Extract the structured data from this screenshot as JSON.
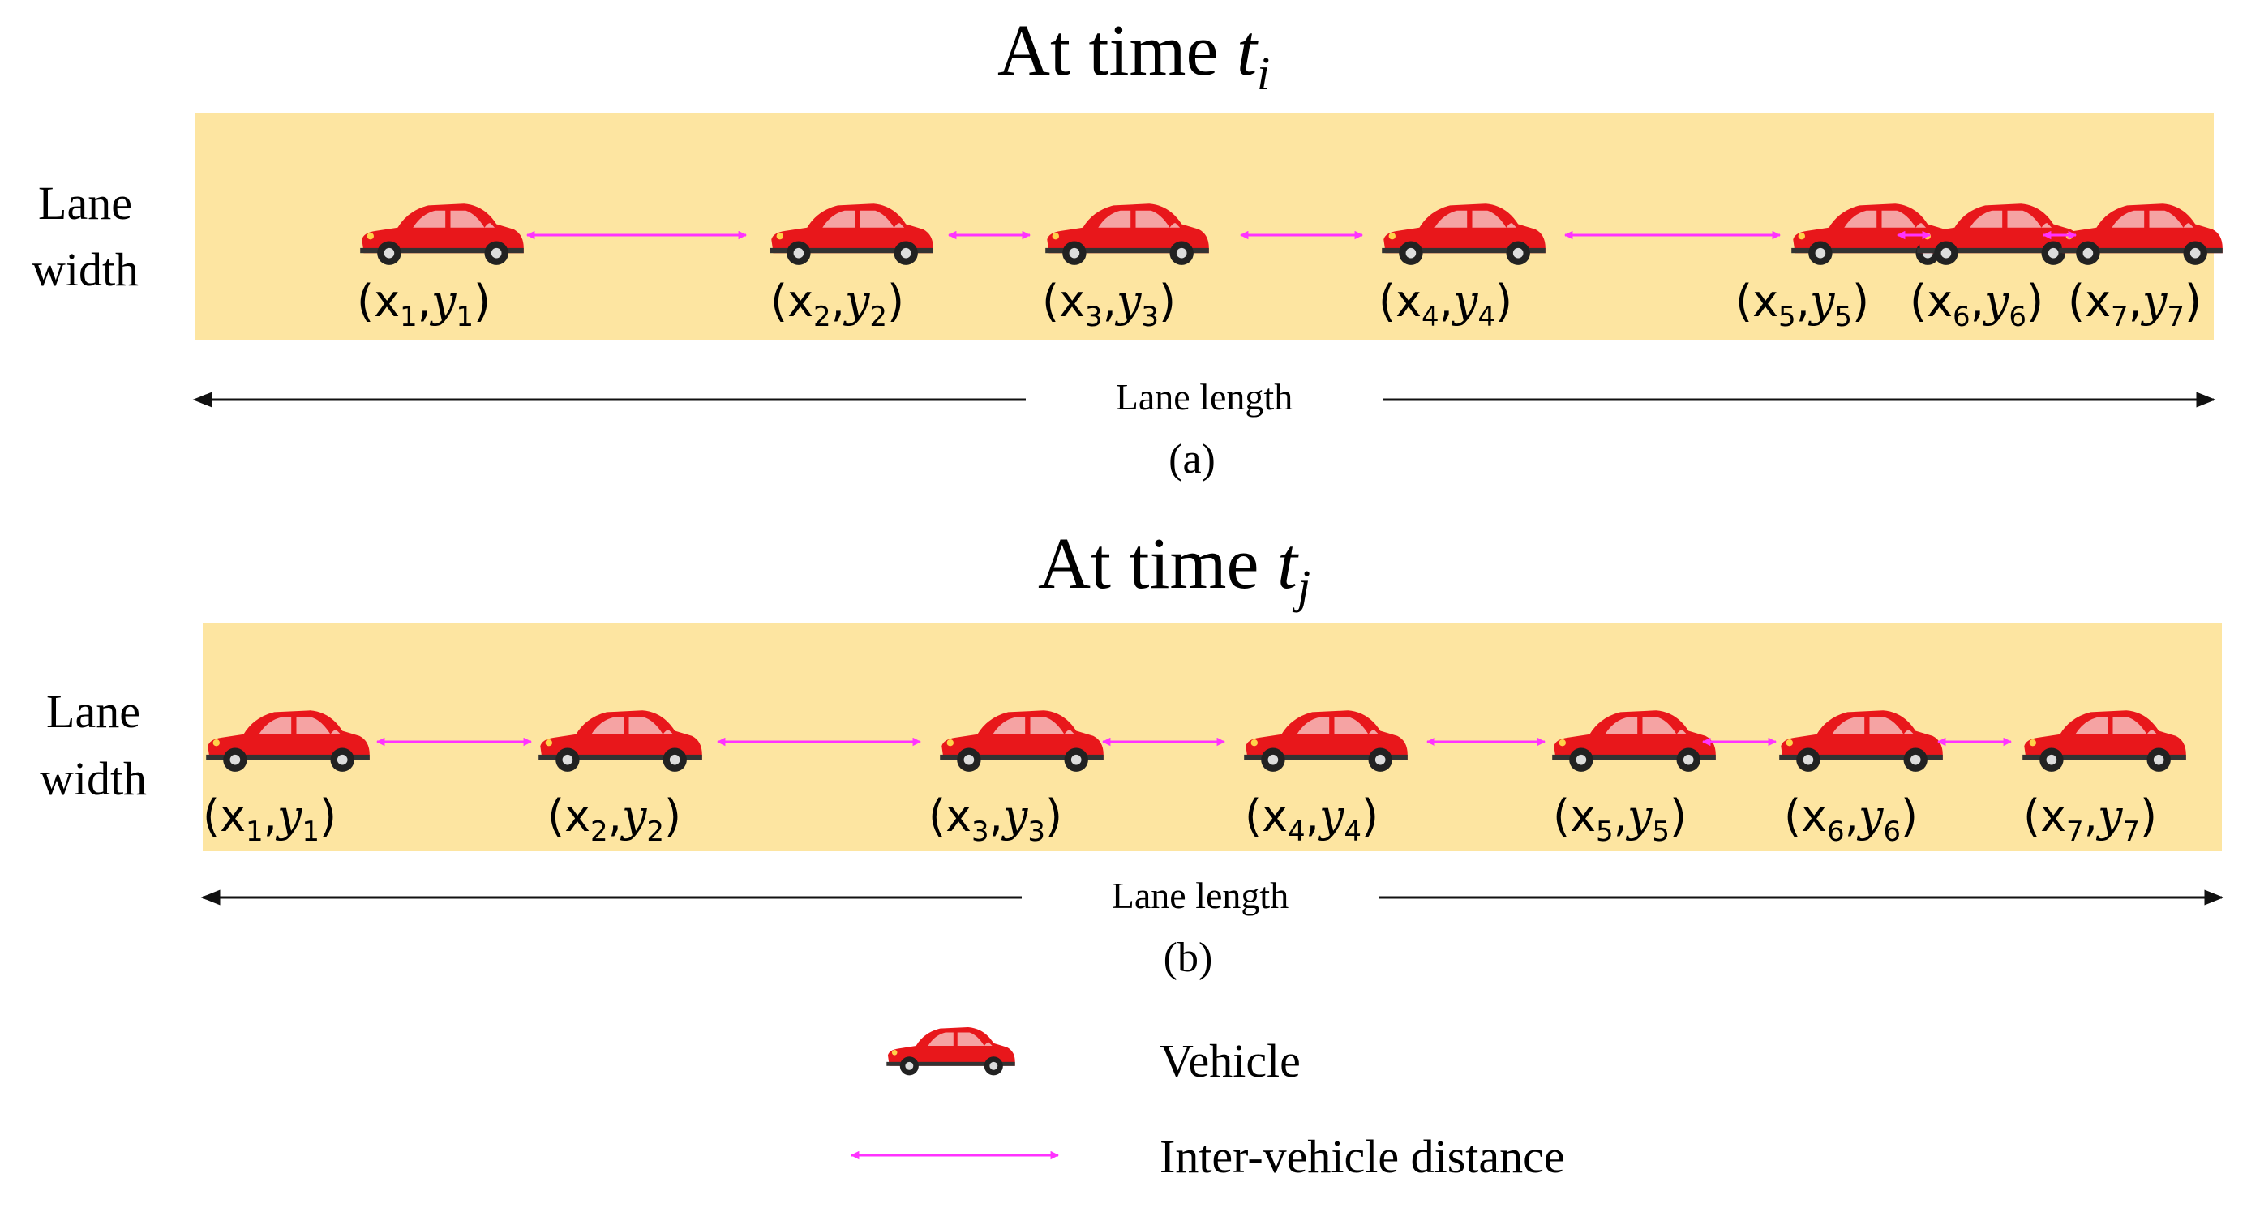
{
  "panels": [
    {
      "id": "a",
      "title": "At time ",
      "time_symbol": "t",
      "time_subscript": "i",
      "lane_label_1": "Lane",
      "lane_label_2": "width",
      "length_label": "Lane length",
      "caption": "(a)",
      "vehicles": [
        {
          "x": "x",
          "xs": "1",
          "y": "y",
          "ys": "1"
        },
        {
          "x": "x",
          "xs": "2",
          "y": "y",
          "ys": "2"
        },
        {
          "x": "x",
          "xs": "3",
          "y": "y",
          "ys": "3"
        },
        {
          "x": "x",
          "xs": "4",
          "y": "y",
          "ys": "4"
        },
        {
          "x": "x",
          "xs": "5",
          "y": "y",
          "ys": "5"
        },
        {
          "x": "x",
          "xs": "6",
          "y": "y",
          "ys": "6"
        },
        {
          "x": "x",
          "xs": "7",
          "y": "y",
          "ys": "7"
        }
      ]
    },
    {
      "id": "b",
      "title": "At time ",
      "time_symbol": "t",
      "time_subscript": "j",
      "lane_label_1": "Lane",
      "lane_label_2": "width",
      "length_label": "Lane length",
      "caption": "(b)",
      "vehicles": [
        {
          "x": "x",
          "xs": "1",
          "y": "y",
          "ys": "1"
        },
        {
          "x": "x",
          "xs": "2",
          "y": "y",
          "ys": "2"
        },
        {
          "x": "x",
          "xs": "3",
          "y": "y",
          "ys": "3"
        },
        {
          "x": "x",
          "xs": "4",
          "y": "y",
          "ys": "4"
        },
        {
          "x": "x",
          "xs": "5",
          "y": "y",
          "ys": "5"
        },
        {
          "x": "x",
          "xs": "6",
          "y": "y",
          "ys": "6"
        },
        {
          "x": "x",
          "xs": "7",
          "y": "y",
          "ys": "7"
        }
      ]
    }
  ],
  "legend": {
    "vehicle_label": "Vehicle",
    "distance_label": "Inter-vehicle distance"
  },
  "colors": {
    "lane": "#fde5a1",
    "car": "#e8171b",
    "arrow": "#ff33ff",
    "axis": "#111111"
  },
  "icons": {
    "vehicle": "red-car-icon",
    "distance": "double-arrow-icon"
  }
}
